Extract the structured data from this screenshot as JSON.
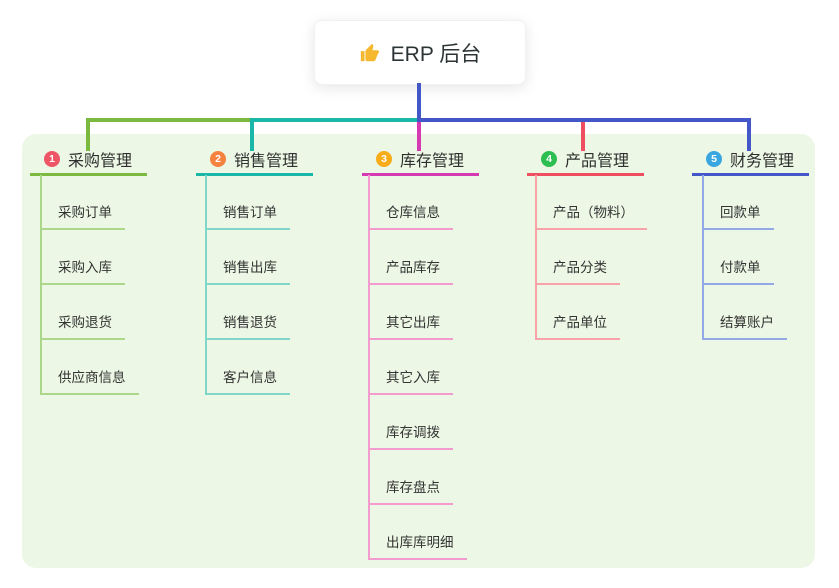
{
  "root": {
    "title": "ERP 后台",
    "icon": "thumbs-up",
    "icon_color": "#f5b82e"
  },
  "colors": {
    "trunk_blue": "#4457c9",
    "panel_bg": "#ecf7e5"
  },
  "branches": [
    {
      "number": "1",
      "label": "采购管理",
      "badge_color": "#ee5566",
      "line_color": "#7cb93f",
      "sub_line_color": "#acd78a",
      "items": [
        "采购订单",
        "采购入库",
        "采购退货",
        "供应商信息"
      ]
    },
    {
      "number": "2",
      "label": "销售管理",
      "badge_color": "#f5833f",
      "line_color": "#18b7a7",
      "sub_line_color": "#80d6c9",
      "items": [
        "销售订单",
        "销售出库",
        "销售退货",
        "客户信息"
      ]
    },
    {
      "number": "3",
      "label": "库存管理",
      "badge_color": "#f8ac18",
      "line_color": "#d63ab3",
      "sub_line_color": "#f39bce",
      "items": [
        "仓库信息",
        "产品库存",
        "其它出库",
        "其它入库",
        "库存调拨",
        "库存盘点",
        "出库库明细"
      ]
    },
    {
      "number": "4",
      "label": "产品管理",
      "badge_color": "#2dbe51",
      "line_color": "#ef4e61",
      "sub_line_color": "#f7a3a9",
      "items": [
        "产品（物料）",
        "产品分类",
        "产品单位"
      ]
    },
    {
      "number": "5",
      "label": "财务管理",
      "badge_color": "#39a6df",
      "line_color": "#4457c9",
      "sub_line_color": "#93a9e5",
      "items": [
        "回款单",
        "付款单",
        "结算账户"
      ]
    }
  ]
}
